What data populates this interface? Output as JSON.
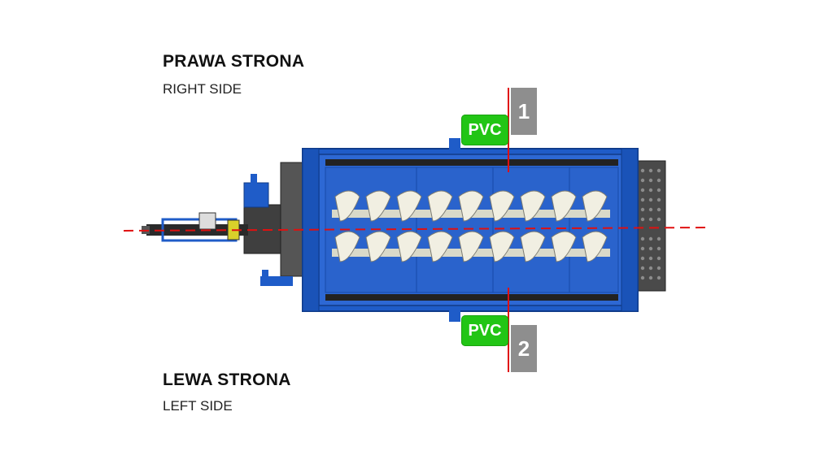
{
  "right_side": {
    "title": "PRAWA STRONA",
    "subtitle": "RIGHT SIDE"
  },
  "left_side": {
    "title": "LEWA STRONA",
    "subtitle": "LEFT SIDE"
  },
  "markers": {
    "pvc_top": "PVC",
    "pvc_bottom": "PVC",
    "number_top": "1",
    "number_bottom": "2"
  },
  "colors": {
    "machine_blue": "#1f5cc8",
    "pvc_green": "#22c515",
    "marker_gray": "#8e8e8e",
    "centerline_red": "#e01010"
  }
}
